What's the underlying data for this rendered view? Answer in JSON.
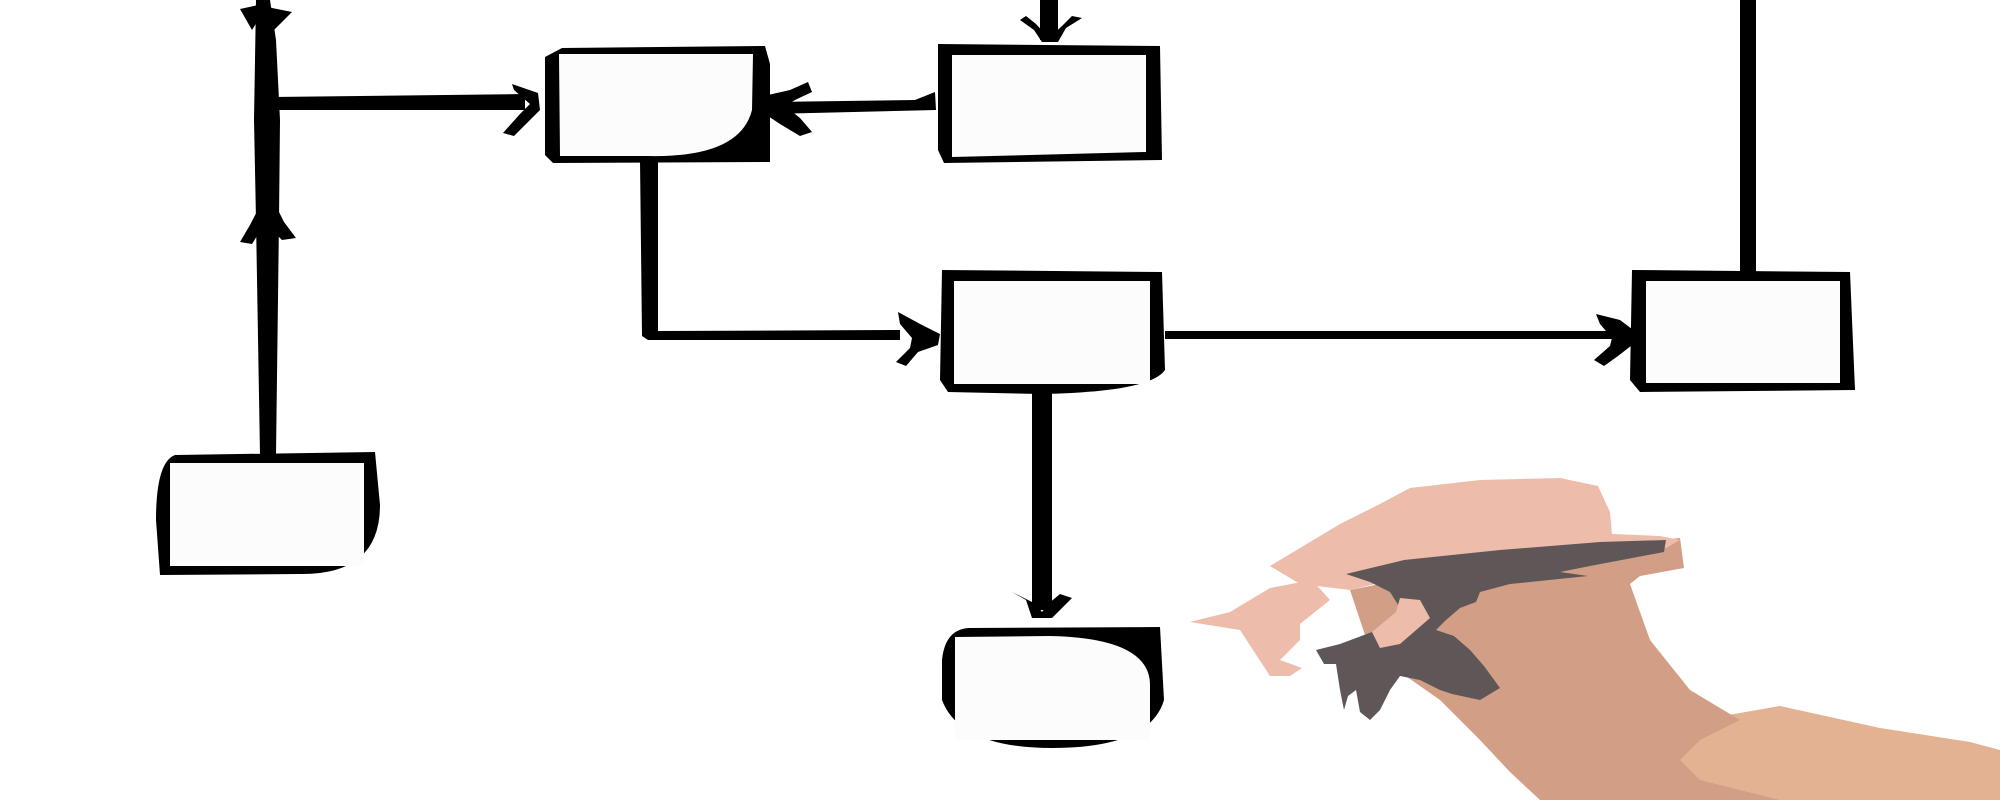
{
  "colors": {
    "background": "#ffffff",
    "ink": "#000000",
    "box_fill": "#fcfcfc",
    "hand_light": "#eebcab",
    "hand_mid": "#d29f86",
    "hand_dark": "#e3b293",
    "marker": "#5f5757"
  },
  "diagram": {
    "boxes": [
      {
        "id": "top-center-box",
        "label": ""
      },
      {
        "id": "top-right-box",
        "label": ""
      },
      {
        "id": "middle-box",
        "label": ""
      },
      {
        "id": "far-right-box",
        "label": ""
      },
      {
        "id": "left-box",
        "label": ""
      },
      {
        "id": "bottom-box",
        "label": ""
      }
    ],
    "connectors": [
      {
        "from": "top-right-box",
        "to": "top-center-box"
      },
      {
        "from": "top-center-box",
        "to": "middle-box"
      },
      {
        "from": "middle-box",
        "to": "far-right-box"
      },
      {
        "from": "middle-box",
        "to": "bottom-box"
      },
      {
        "from": "left-box",
        "to": "left-trunk"
      },
      {
        "from": "left-trunk",
        "to": "top-center-box"
      },
      {
        "from": "offscreen-top",
        "to": "top-right-box"
      },
      {
        "from": "far-right-box",
        "to": "offscreen-top"
      }
    ]
  },
  "decorations": {
    "hand_icon": "hand-holding-marker",
    "marker_icon": "marker-pen"
  }
}
